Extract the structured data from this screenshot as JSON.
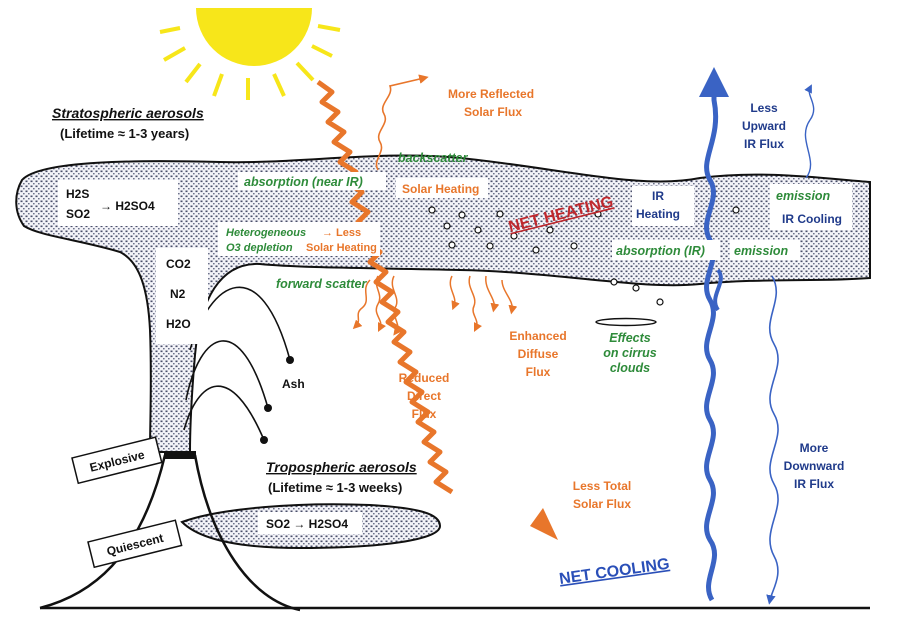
{
  "strat": {
    "title": "Stratospheric aerosols",
    "lifetime": "(Lifetime ≈ 1-3 years)",
    "h2s": "H2S",
    "so2": "SO2",
    "arrow_h2so4": "→ H2SO4",
    "absorption_near_ir": "absorption (near IR)",
    "solar_heating": "Solar Heating",
    "heterogeneous": "Heterogeneous",
    "o3_depletion": "O3 depletion",
    "less": "→ Less",
    "less_solar_heating": "Solar Heating",
    "backscatter": "backscatter",
    "forward_scatter": "forward scatter"
  },
  "plume": {
    "co2": "CO2",
    "n2": "N2",
    "h2o": "H2O",
    "ash": "Ash"
  },
  "volcano": {
    "explosive": "Explosive",
    "quiescent": "Quiescent"
  },
  "trop": {
    "title": "Tropospheric aerosols",
    "lifetime": "(Lifetime ≈ 1-3 weeks)",
    "reaction": "SO2 → H2SO4"
  },
  "solar": {
    "more_reflected_1": "More Reflected",
    "more_reflected_2": "Solar Flux",
    "reduced_1": "Reduced",
    "reduced_2": "Direct",
    "reduced_3": "Flux",
    "enhanced_1": "Enhanced",
    "enhanced_2": "Diffuse",
    "enhanced_3": "Flux",
    "less_total_1": "Less Total",
    "less_total_2": "Solar Flux"
  },
  "effects": {
    "net_heating": "NET HEATING",
    "net_cooling": "NET COOLING",
    "ir_heating_1": "IR",
    "ir_heating_2": "Heating",
    "absorption_ir": "absorption (IR)",
    "emission": "emission",
    "emission2": "emission",
    "ir_cooling": "IR Cooling",
    "cirrus_1": "Effects",
    "cirrus_2": "on cirrus",
    "cirrus_3": "clouds",
    "less_upward_1": "Less",
    "less_upward_2": "Upward",
    "less_upward_3": "IR Flux",
    "more_down_1": "More",
    "more_down_2": "Downward",
    "more_down_3": "IR Flux"
  },
  "colors": {
    "solar": "#e8762b",
    "ir": "#3a63c4",
    "label_green": "#2e8b3a",
    "label_blue": "#1f3a8a",
    "heating_red": "#c0282d",
    "sun": "#f7e61a"
  }
}
